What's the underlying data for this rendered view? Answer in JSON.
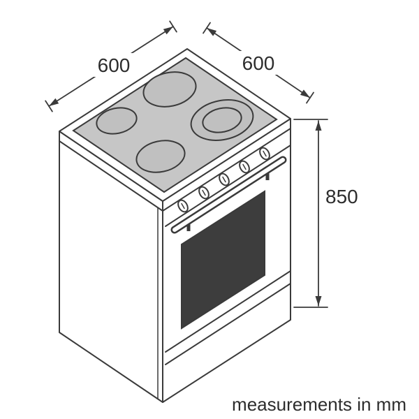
{
  "diagram": {
    "labels": {
      "width": "600",
      "depth": "600",
      "height": "850",
      "caption": "measurements in mm"
    },
    "colors": {
      "line": "#3a3a3a",
      "hob_glass": "#c6c6c6",
      "oven_window": "#3d3d3d",
      "background": "#ffffff",
      "text": "#2d2d2d"
    },
    "illustration": {
      "type": "freestanding electric cooker, isometric line drawing",
      "cooking_zones": 4,
      "control_knobs": 5
    }
  }
}
